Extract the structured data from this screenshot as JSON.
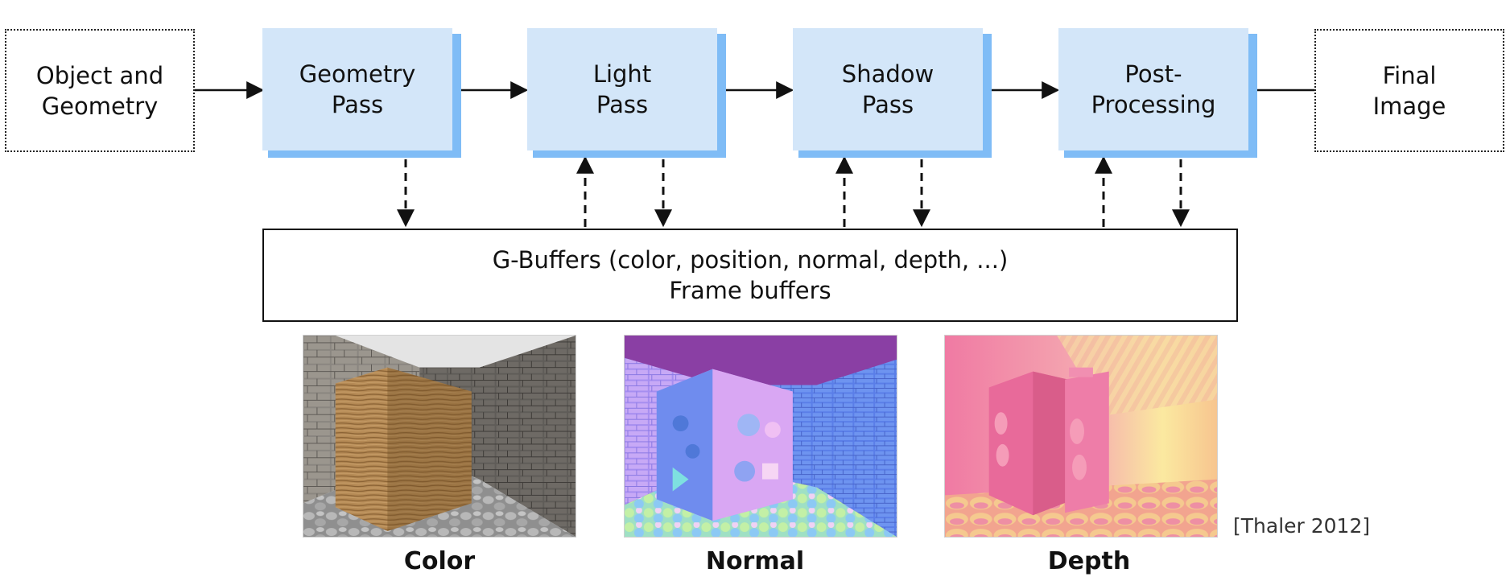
{
  "pipeline": {
    "input": "Object and\nGeometry",
    "stages": [
      {
        "id": "geometry",
        "label": "Geometry\nPass"
      },
      {
        "id": "light",
        "label": "Light\nPass"
      },
      {
        "id": "shadow",
        "label": "Shadow\nPass"
      },
      {
        "id": "post",
        "label": "Post-\nProcessing"
      }
    ],
    "output": "Final\nImage"
  },
  "gbuffers": {
    "line1": "G-Buffers (color, position, normal, depth, ...)",
    "line2": "Frame buffers"
  },
  "thumbnails": [
    {
      "id": "color",
      "caption": "Color"
    },
    {
      "id": "normal",
      "caption": "Normal"
    },
    {
      "id": "depth",
      "caption": "Depth"
    }
  ],
  "citation": "[Thaler 2012]",
  "colors": {
    "stage_fill": "#d3e6f9",
    "stage_shadow": "#7fbcf6",
    "arrow": "#111111"
  }
}
